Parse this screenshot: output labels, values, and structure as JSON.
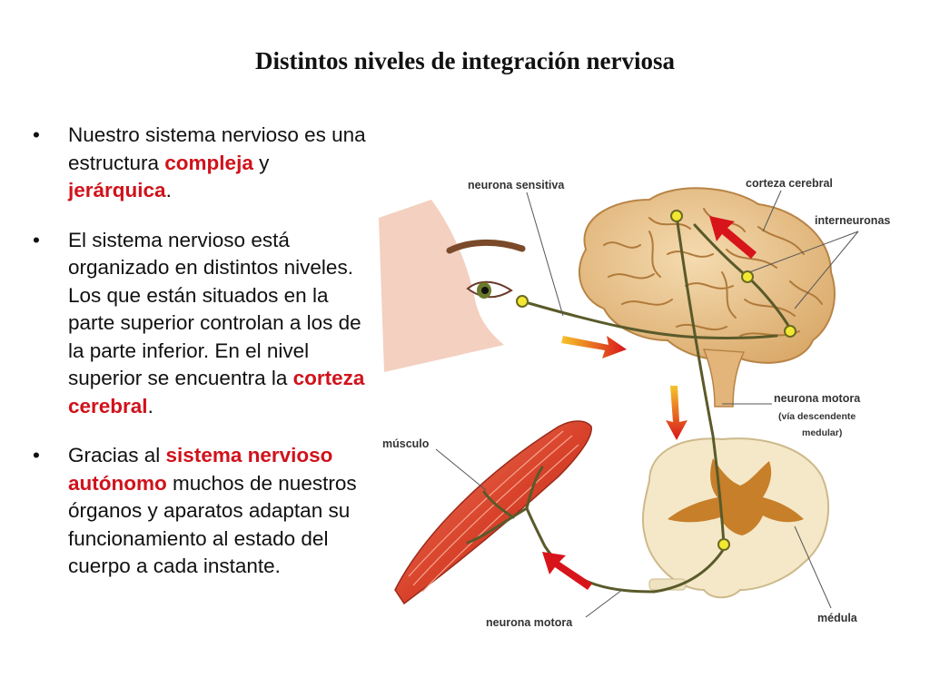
{
  "title": "Distintos niveles de integración nerviosa",
  "bullets": [
    {
      "parts": [
        {
          "text": "Nuestro sistema nervioso es una estructura ",
          "highlight": false
        },
        {
          "text": "compleja",
          "highlight": true
        },
        {
          "text": " y ",
          "highlight": false
        },
        {
          "text": "jerárquica",
          "highlight": true
        },
        {
          "text": ".",
          "highlight": false
        }
      ]
    },
    {
      "parts": [
        {
          "text": "El sistema nervioso está organizado en distintos niveles. Los que están situados en la parte superior controlan a los de la parte inferior. En el nivel superior se encuentra la ",
          "highlight": false
        },
        {
          "text": "corteza cerebral",
          "highlight": true
        },
        {
          "text": ".",
          "highlight": false
        }
      ]
    },
    {
      "parts": [
        {
          "text": "Gracias al ",
          "highlight": false
        },
        {
          "text": "sistema nervioso autónomo",
          "highlight": true
        },
        {
          "text": " muchos de nuestros órganos y aparatos adaptan su funcionamiento al estado del cuerpo a cada instante.",
          "highlight": false
        }
      ]
    }
  ],
  "bullet_symbol": "•",
  "diagram": {
    "labels": {
      "neurona_sensitiva": "neurona sensitiva",
      "corteza_cerebral": "corteza cerebral",
      "interneuronas": "interneuronas",
      "neurona_motora_top": "neurona motora",
      "via_descendente_1": "(vía descendente",
      "via_descendente_2": "medular)",
      "musculo": "músculo",
      "neurona_motora_bottom": "neurona motora",
      "medula": "médula"
    }
  },
  "colors": {
    "highlight": "#d0121b",
    "brain": "#e8c28c",
    "nerve": "#5a5a2a",
    "node": "#f2e832",
    "arrow": "#d8141b",
    "muscle": "#d9432b",
    "spinal_gray": "#c77f2a"
  }
}
